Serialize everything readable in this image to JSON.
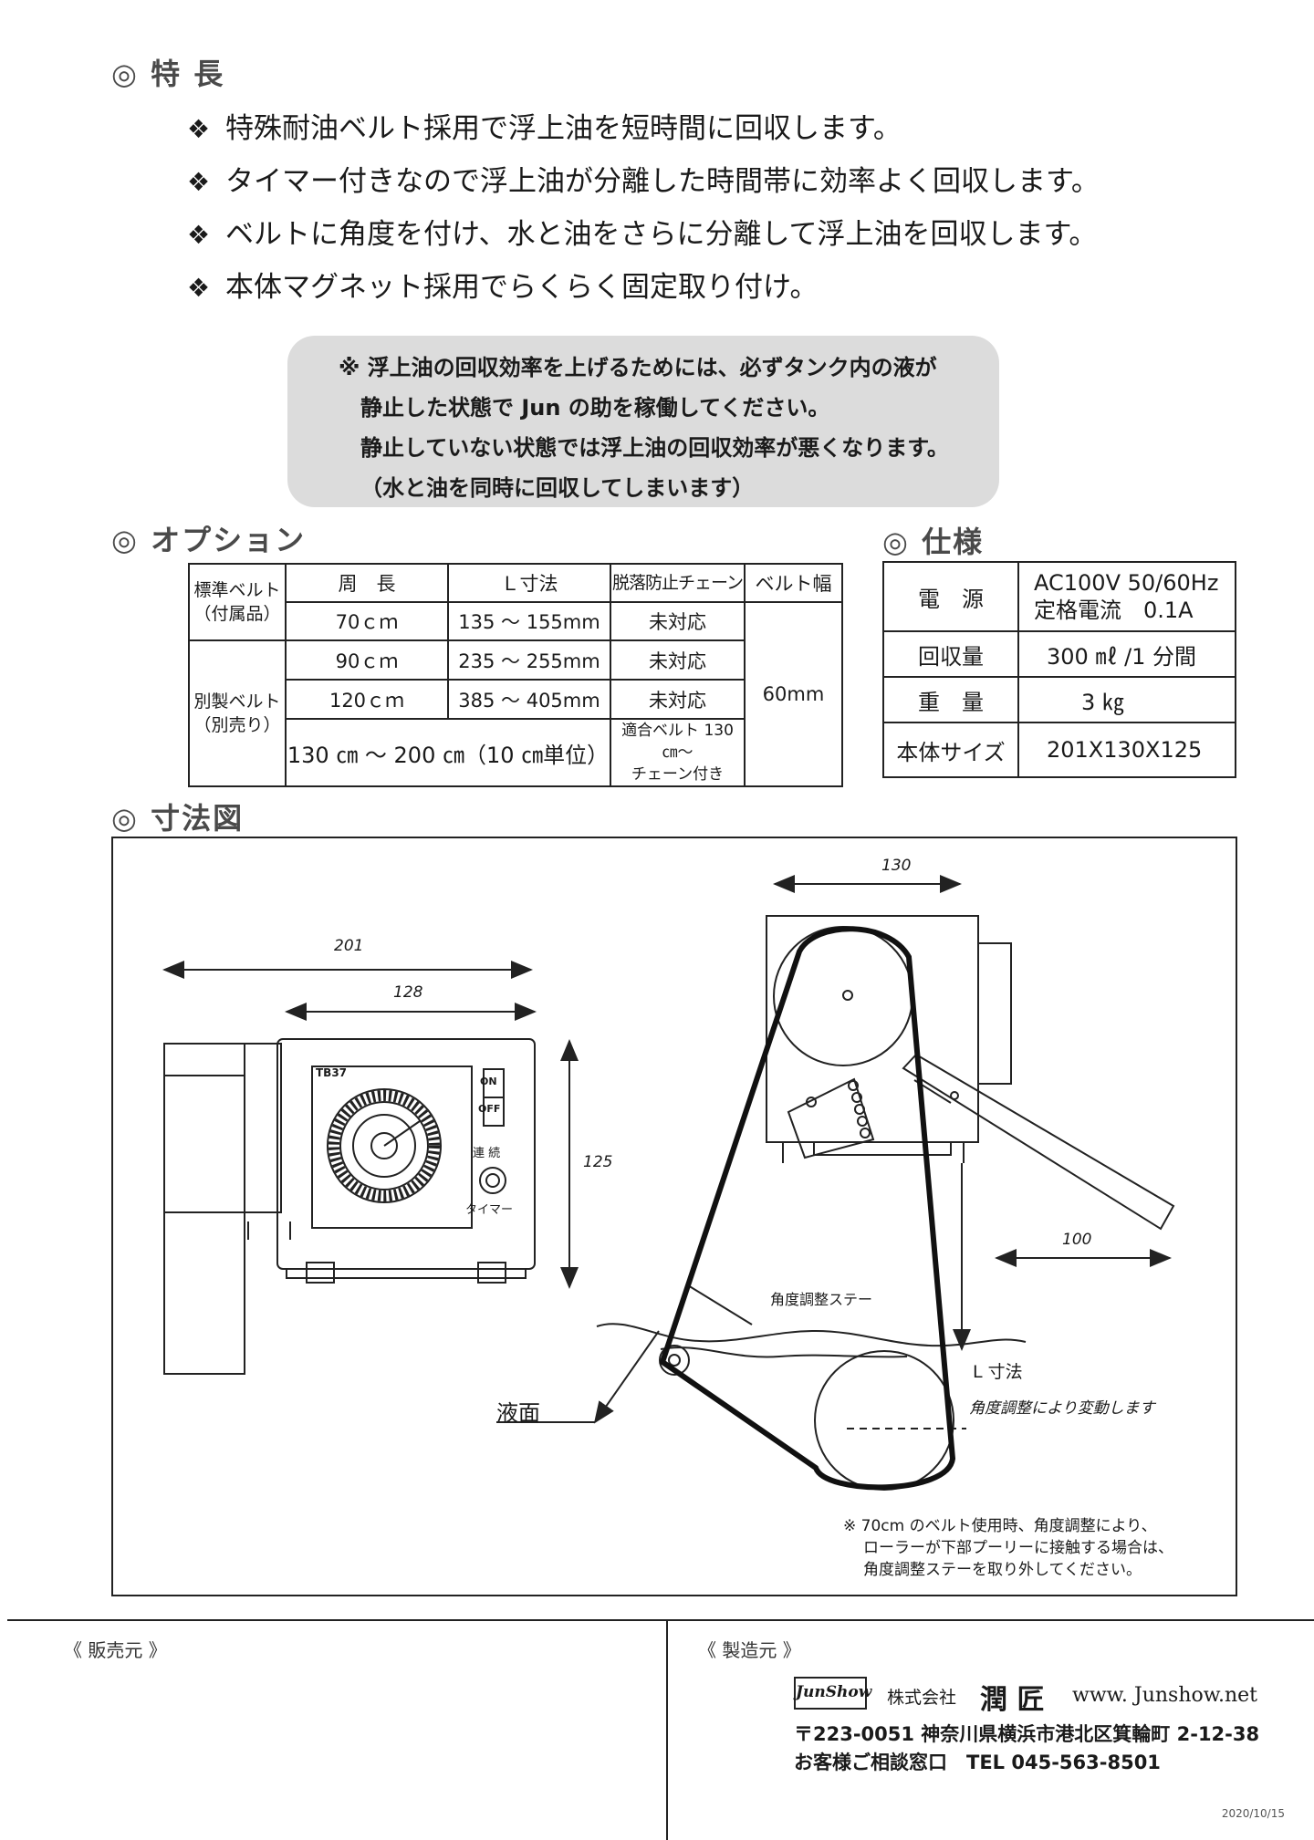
{
  "sections": {
    "features": "◎ 特 長",
    "options": "◎ オプション",
    "spec": "◎ 仕様",
    "dimensions": "◎ 寸法図"
  },
  "features": [
    "特殊耐油ベルト採用で浮上油を短時間に回収します。",
    "タイマー付きなので浮上油が分離した時間帯に効率よく回収します。",
    "ベルトに角度を付け、水と油をさらに分離して浮上油を回収します。",
    "本体マグネット採用でらくらく固定取り付け。"
  ],
  "feature_marker": "❖",
  "notice": [
    "※ 浮上油の回収効率を上げるためには、必ずタンク内の液が",
    "静止した状態で Jun の助を稼働してください。",
    "静止していない状態では浮上油の回収効率が悪くなります。",
    "（水と油を同時に回収してしまいます）"
  ],
  "options_table": {
    "headers": [
      "周　長",
      "Ｌ寸法",
      "脱落防止チェーン",
      "ベルト幅"
    ],
    "standard_label": "標準ベルト\n（付属品）",
    "custom_label": "別製ベルト\n（別売り）",
    "rows": [
      {
        "length": "70ｃｍ",
        "l": "135 ～ 155mm",
        "chain": "未対応"
      },
      {
        "length": "90ｃｍ",
        "l": "235 ～ 255mm",
        "chain": "未対応"
      },
      {
        "length": "120ｃｍ",
        "l": "385 ～ 405mm",
        "chain": "未対応"
      }
    ],
    "custom_range": "130 ㎝ ～ 200 ㎝（10 ㎝単位）",
    "custom_chain": "適合ベルト 130 ㎝～\nチェーン付き",
    "belt_width": "60mm"
  },
  "spec_table": [
    {
      "k": "電　源",
      "v": "AC100V 50/60Hz\n定格電流　0.1A"
    },
    {
      "k": "回収量",
      "v": "300 ㎖ /1 分間"
    },
    {
      "k": "重　量",
      "v": "3 ㎏"
    },
    {
      "k": "本体サイズ",
      "v": "201X130X125"
    }
  ],
  "drawing": {
    "dim_201": "201",
    "dim_128": "128",
    "dim_125": "125",
    "dim_130": "130",
    "dim_100": "100",
    "model": "TB37",
    "on": "ON",
    "off": "OFF",
    "mode_continuous": "連 続",
    "mode_timer": "タイマー",
    "label_stay": "角度調整ステー",
    "label_surface": "液面",
    "label_l": "L 寸法",
    "label_vary": "角度調整により変動します",
    "note": [
      "※ 70cm のベルト使用時、角度調整により、",
      "ローラーが下部プーリーに接触する場合は、",
      "角度調整ステーを取り外してください。"
    ]
  },
  "footer": {
    "seller": "《 販売元 》",
    "maker": "《 製造元 》",
    "logo": "JunShow",
    "company_prefix": "株式会社",
    "company": "潤 匠",
    "web": "www. Junshow.net",
    "address": "〒223-0051  神奈川県横浜市港北区箕輪町 2-12-38",
    "contact": "お客様ご相談窓口　TEL  045-563-8501",
    "date": "2020/10/15"
  }
}
